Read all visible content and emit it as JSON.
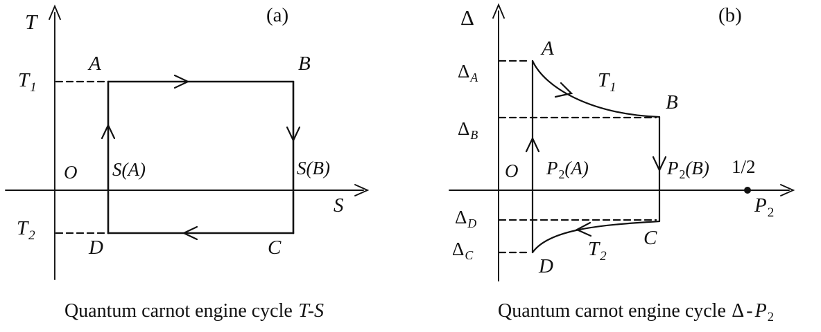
{
  "figure": {
    "panels": {
      "a": {
        "tag": "(a)",
        "caption_prefix": "Quantum carnot engine cycle",
        "caption_math": "T-S",
        "y_axis_label": "T",
        "x_axis_label": "S",
        "origin": "O",
        "y_ticks": {
          "t1": {
            "main": "T",
            "sub": "1"
          },
          "t2": {
            "main": "T",
            "sub": "2"
          }
        },
        "x_ticks": {
          "sa": "S(A)",
          "sb": "S(B)"
        },
        "vertices": {
          "a": "A",
          "b": "B",
          "c": "C",
          "d": "D"
        }
      },
      "b": {
        "tag": "(b)",
        "caption_prefix": "Quantum carnot engine cycle",
        "caption_delta": "Δ",
        "caption_dash": "-",
        "caption_p": "P",
        "caption_sub": "2",
        "y_axis_label": "Δ",
        "x_axis_label": {
          "main": "P",
          "sub": "2"
        },
        "origin": "O",
        "y_ticks": {
          "da": {
            "main": "Δ",
            "sub": "A"
          },
          "db": {
            "main": "Δ",
            "sub": "B"
          },
          "dd": {
            "main": "Δ",
            "sub": "D"
          },
          "dc": {
            "main": "Δ",
            "sub": "C"
          }
        },
        "x_ticks": {
          "pa": {
            "main": "P",
            "sub": "2",
            "paren": "(A)"
          },
          "pb": {
            "main": "P",
            "sub": "2",
            "paren": "(B)"
          },
          "half": "1/2"
        },
        "vertices": {
          "a": "A",
          "b": "B",
          "c": "C",
          "d": "D"
        },
        "isotherms": {
          "t1": {
            "main": "T",
            "sub": "1"
          },
          "t2": {
            "main": "T",
            "sub": "2"
          }
        }
      }
    },
    "colors": {
      "ink": "#111111",
      "background": "#ffffff"
    }
  }
}
